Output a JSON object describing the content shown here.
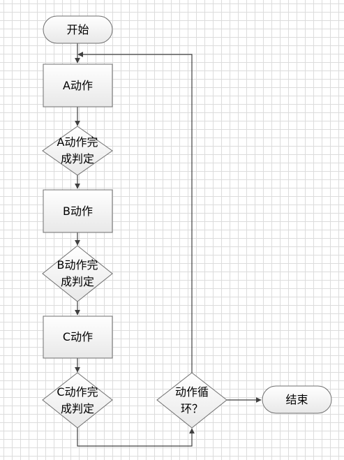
{
  "nodes": {
    "start": "开始",
    "action_a": "A动作",
    "check_a": "A动作完\n成判定",
    "action_b": "B动作",
    "check_b": "B动作完\n成判定",
    "action_c": "C动作",
    "check_c": "C动作完\n成判定",
    "loop_check": "动作循\n环？",
    "end": "结束"
  },
  "colors": {
    "shape_fill_top": "#ffffff",
    "shape_fill_bottom": "#e8e8e8",
    "shape_border": "#6e6e6e",
    "connector": "#3f3f3f",
    "grid_line": "#dcdcdc"
  }
}
